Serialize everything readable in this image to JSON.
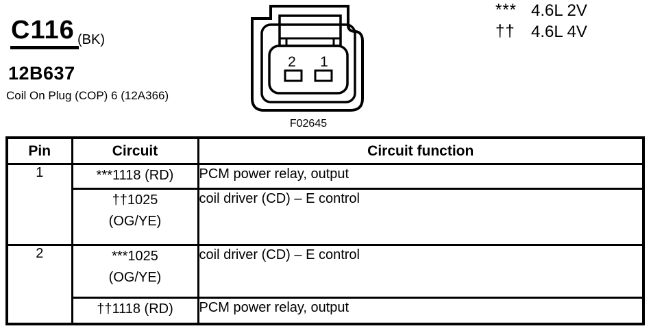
{
  "header": {
    "connector_id": "C116",
    "connector_color_code": "(BK)",
    "part_number": "12B637",
    "description": "Coil On Plug (COP) 6 (12A366)"
  },
  "legend": {
    "items": [
      {
        "symbol": "***",
        "label": "4.6L 2V"
      },
      {
        "symbol": "††",
        "label": "4.6L 4V"
      }
    ]
  },
  "connector": {
    "figure_id": "F02645",
    "pin_labels": [
      "2",
      "1"
    ]
  },
  "table": {
    "headers": [
      "Pin",
      "Circuit",
      "Circuit function"
    ],
    "rows": [
      {
        "pin": "1",
        "circuit_lines": [
          "***1118 (RD)"
        ],
        "function": "PCM power relay, output"
      },
      {
        "circuit_lines": [
          "††1025",
          "(OG/YE)"
        ],
        "function": "coil driver (CD) – E control"
      },
      {
        "pin": "2",
        "circuit_lines": [
          "***1025",
          "(OG/YE)"
        ],
        "function": "coil driver (CD) – E control"
      },
      {
        "circuit_lines": [
          "††1118 (RD)"
        ],
        "function": "PCM power relay, output"
      }
    ]
  },
  "colors": {
    "ink": "#000000",
    "background": "#ffffff"
  }
}
